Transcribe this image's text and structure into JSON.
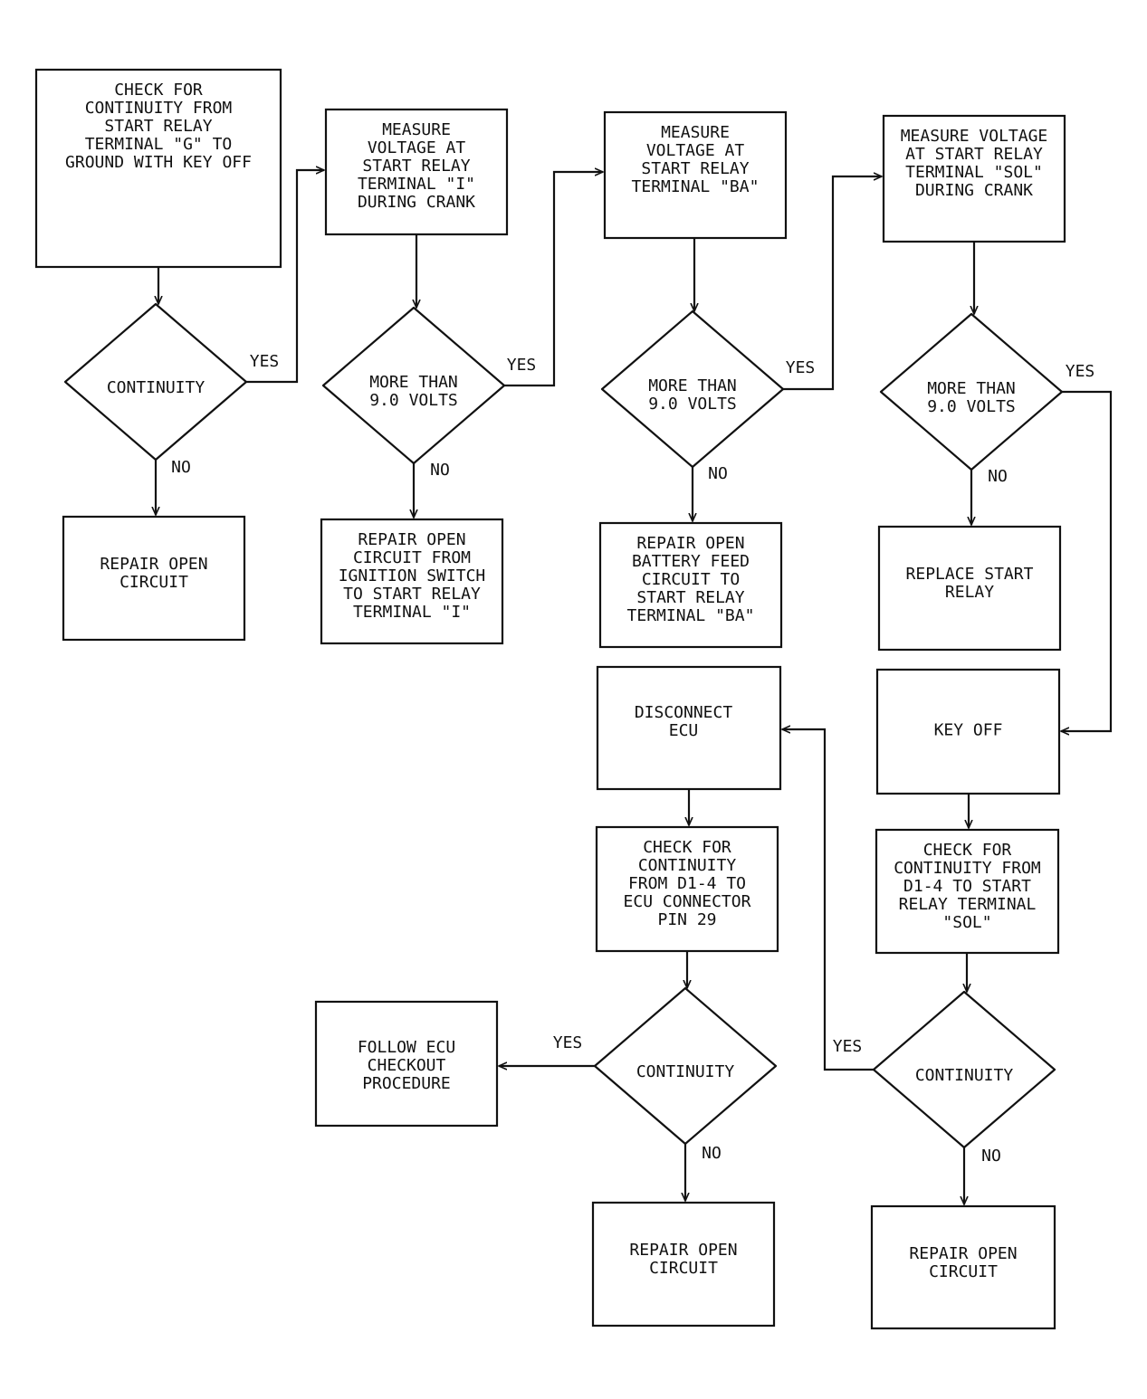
{
  "nodes": {
    "n1": {
      "shape": "box",
      "lines": [
        "CHECK FOR",
        "CONTINUITY FROM",
        "START RELAY",
        "TERMINAL \"G\" TO",
        "GROUND WITH KEY OFF"
      ]
    },
    "d1": {
      "shape": "diamond",
      "lines": [
        "CONTINUITY"
      ]
    },
    "r1": {
      "shape": "box",
      "lines": [
        "REPAIR OPEN",
        "CIRCUIT"
      ]
    },
    "n2": {
      "shape": "box",
      "lines": [
        "MEASURE",
        "VOLTAGE AT",
        "START RELAY",
        "TERMINAL \"I\"",
        "DURING CRANK"
      ]
    },
    "d2": {
      "shape": "diamond",
      "lines": [
        "MORE THAN",
        "9.0 VOLTS"
      ]
    },
    "r2": {
      "shape": "box",
      "lines": [
        "REPAIR OPEN",
        "CIRCUIT FROM",
        "IGNITION SWITCH",
        "TO START RELAY",
        "TERMINAL \"I\""
      ]
    },
    "n3": {
      "shape": "box",
      "lines": [
        "MEASURE",
        "VOLTAGE AT",
        "START RELAY",
        "TERMINAL \"BA\""
      ]
    },
    "d3": {
      "shape": "diamond",
      "lines": [
        "MORE THAN",
        "9.0 VOLTS"
      ]
    },
    "r3": {
      "shape": "box",
      "lines": [
        "REPAIR OPEN",
        "BATTERY FEED",
        "CIRCUIT TO",
        "START RELAY",
        "TERMINAL \"BA\""
      ]
    },
    "n4": {
      "shape": "box",
      "lines": [
        "MEASURE VOLTAGE",
        "AT START RELAY",
        "TERMINAL \"SOL\"",
        "DURING CRANK"
      ]
    },
    "d4": {
      "shape": "diamond",
      "lines": [
        "MORE THAN",
        "9.0 VOLTS"
      ]
    },
    "r4": {
      "shape": "box",
      "lines": [
        "REPLACE START",
        "RELAY"
      ]
    },
    "k1": {
      "shape": "box",
      "lines": [
        "KEY OFF"
      ]
    },
    "c2": {
      "shape": "box",
      "lines": [
        "CHECK FOR",
        "CONTINUITY FROM",
        "D1-4 TO START",
        "RELAY TERMINAL",
        "\"SOL\""
      ]
    },
    "d6": {
      "shape": "diamond",
      "lines": [
        "CONTINUITY"
      ]
    },
    "r6": {
      "shape": "box",
      "lines": [
        "REPAIR OPEN",
        "CIRCUIT"
      ]
    },
    "e1": {
      "shape": "box",
      "lines": [
        "DISCONNECT",
        "ECU"
      ]
    },
    "c1": {
      "shape": "box",
      "lines": [
        "CHECK FOR",
        "CONTINUITY",
        "FROM D1-4 TO",
        "ECU CONNECTOR",
        "PIN 29"
      ]
    },
    "d5": {
      "shape": "diamond",
      "lines": [
        "CONTINUITY"
      ]
    },
    "r5": {
      "shape": "box",
      "lines": [
        "REPAIR OPEN",
        "CIRCUIT"
      ]
    },
    "f1": {
      "shape": "box",
      "lines": [
        "FOLLOW ECU",
        "CHECKOUT",
        "PROCEDURE"
      ]
    }
  },
  "edges": [
    {
      "from": "n1",
      "to": "d1",
      "label": ""
    },
    {
      "from": "d1",
      "to": "n2",
      "label": "YES"
    },
    {
      "from": "d1",
      "to": "r1",
      "label": "NO"
    },
    {
      "from": "n2",
      "to": "d2",
      "label": ""
    },
    {
      "from": "d2",
      "to": "n3",
      "label": "YES"
    },
    {
      "from": "d2",
      "to": "r2",
      "label": "NO"
    },
    {
      "from": "n3",
      "to": "d3",
      "label": ""
    },
    {
      "from": "d3",
      "to": "n4",
      "label": "YES"
    },
    {
      "from": "d3",
      "to": "r3",
      "label": "NO"
    },
    {
      "from": "n4",
      "to": "d4",
      "label": ""
    },
    {
      "from": "d4",
      "to": "k1",
      "label": "YES"
    },
    {
      "from": "d4",
      "to": "r4",
      "label": "NO"
    },
    {
      "from": "k1",
      "to": "c2",
      "label": ""
    },
    {
      "from": "c2",
      "to": "d6",
      "label": ""
    },
    {
      "from": "d6",
      "to": "e1",
      "label": "YES"
    },
    {
      "from": "d6",
      "to": "r6",
      "label": "NO"
    },
    {
      "from": "e1",
      "to": "c1",
      "label": ""
    },
    {
      "from": "c1",
      "to": "d5",
      "label": ""
    },
    {
      "from": "d5",
      "to": "f1",
      "label": "YES"
    },
    {
      "from": "d5",
      "to": "r5",
      "label": "NO"
    }
  ]
}
